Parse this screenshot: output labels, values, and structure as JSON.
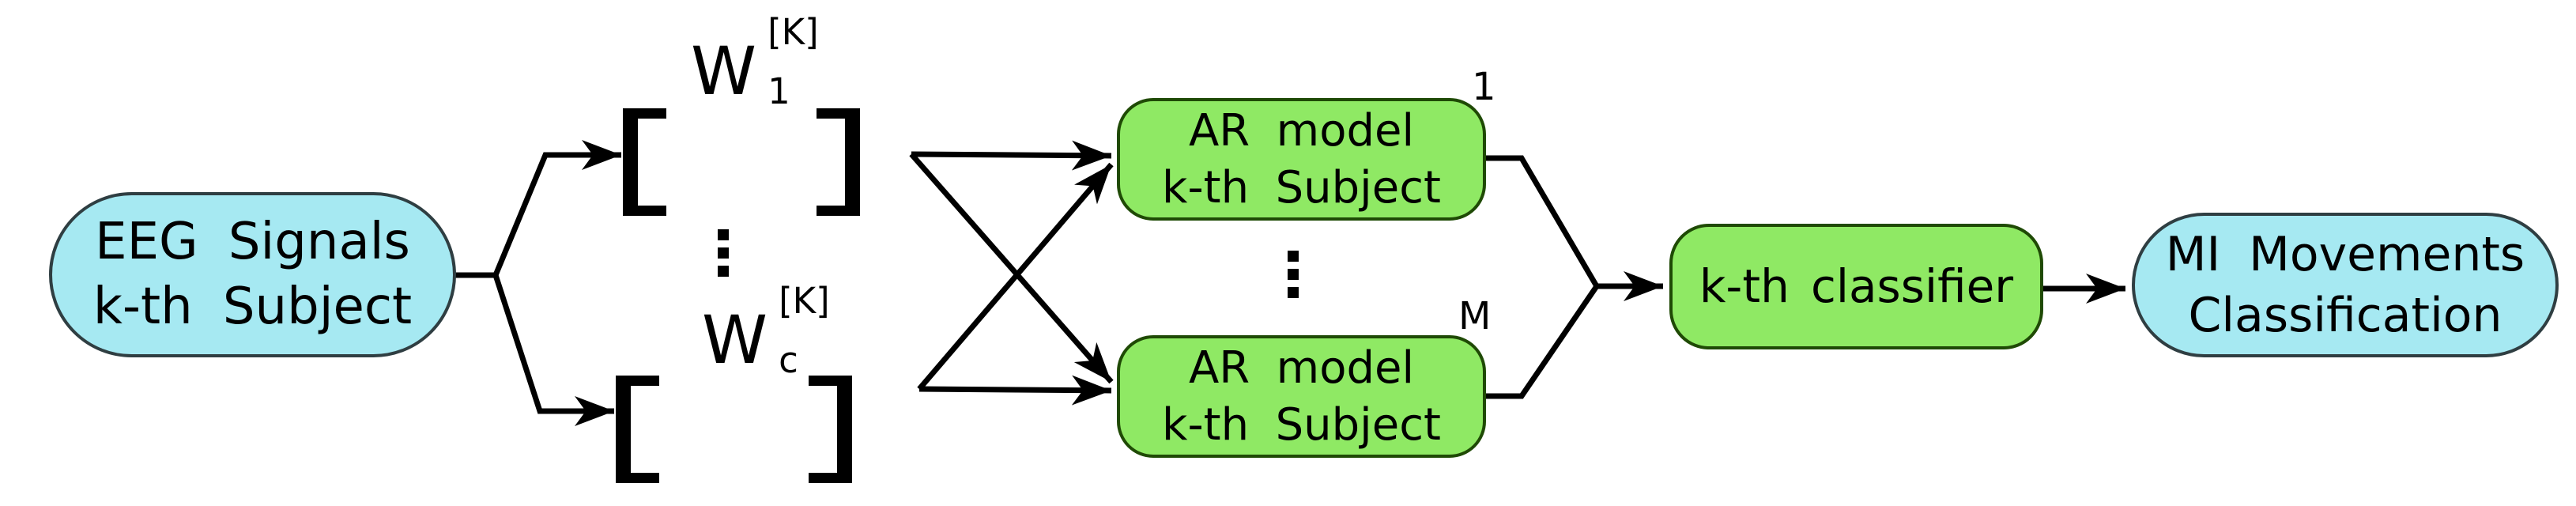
{
  "colors": {
    "node_cyan": "#a6e9f2",
    "node_green": "#8fe964",
    "border_cyan": "#2f3e42",
    "border_green": "#1f4a05",
    "line": "#000000"
  },
  "nodes": {
    "eeg": {
      "line1": "EEG Signals",
      "line2": "k-th Subject"
    },
    "matrix_top_label": {
      "base": "W",
      "superscript": "[K]",
      "subscript": "1"
    },
    "matrix_bottom_label": {
      "base": "W",
      "superscript": "[K]",
      "subscript": "c"
    },
    "ar_top": {
      "line1": "AR model",
      "line2": "k-th Subject",
      "superscript": "1"
    },
    "ar_bottom": {
      "line1": "AR model",
      "line2": "k-th Subject",
      "superscript": "M"
    },
    "classifier": {
      "label": "k-th classifier"
    },
    "output": {
      "line1": "MI Movements",
      "line2": "Classification"
    }
  }
}
